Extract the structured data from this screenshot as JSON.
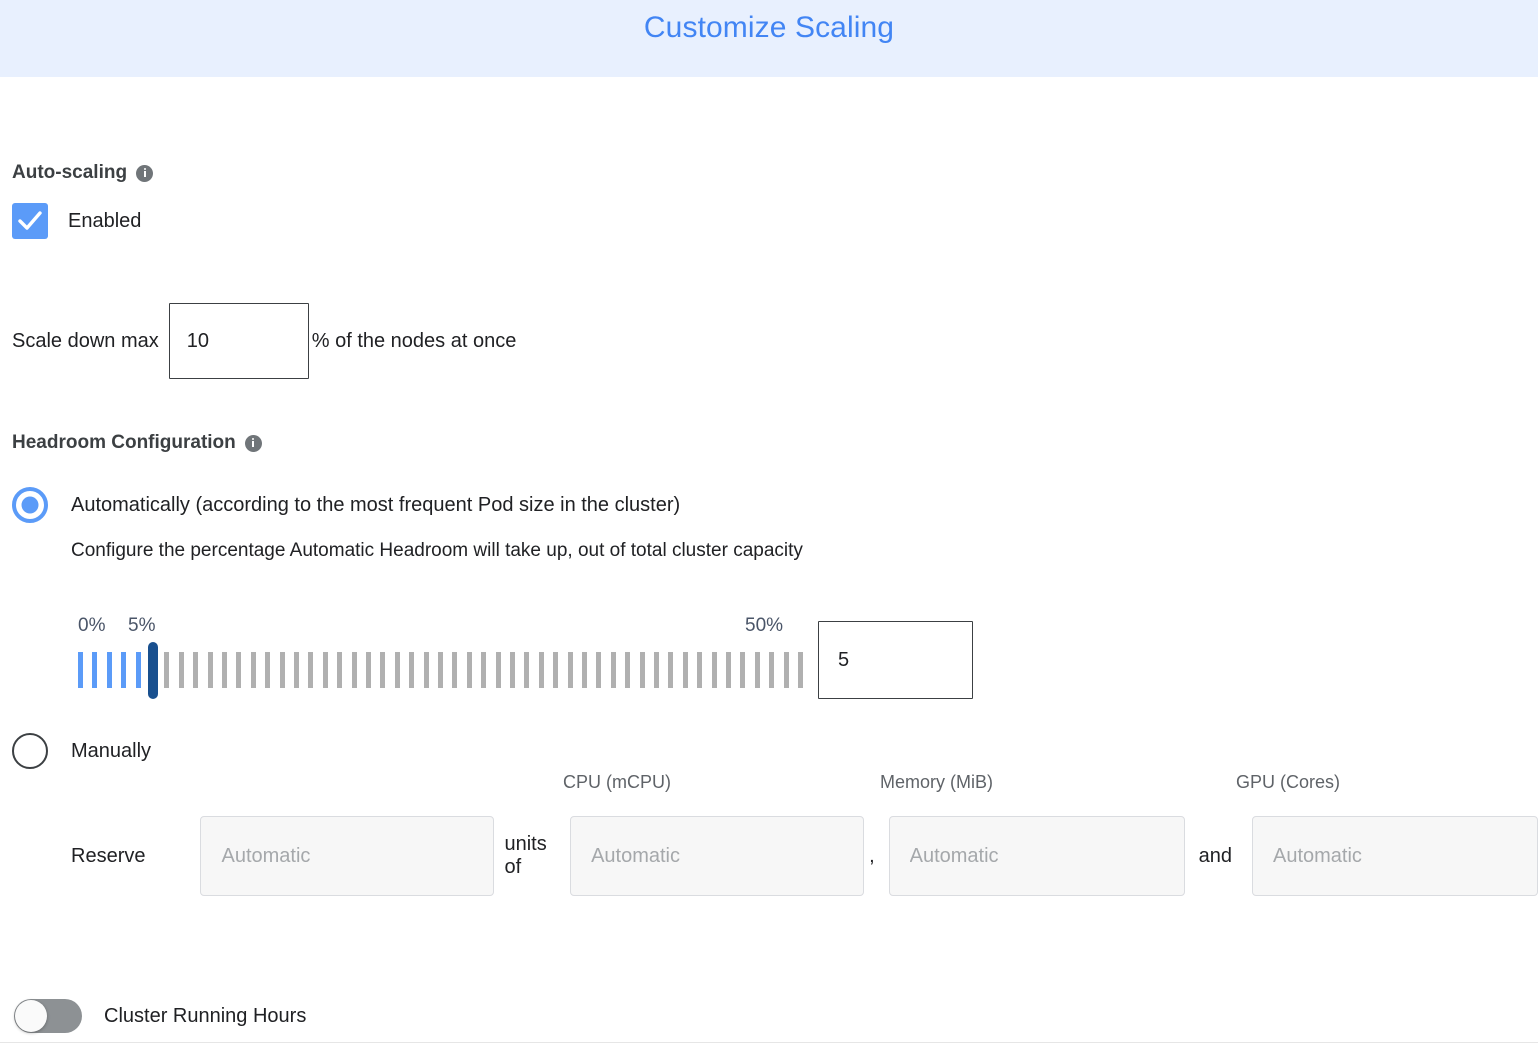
{
  "header": {
    "title": "Customize Scaling",
    "title_color": "#4285f4",
    "background_color": "#e8f0fe"
  },
  "autoscaling": {
    "section_label": "Auto-scaling",
    "info_icon": "info-icon",
    "checkbox_label": "Enabled",
    "checkbox_checked": true,
    "accent_color": "#5b9bf8"
  },
  "scale_down": {
    "prefix_label": "Scale down max",
    "value": "10",
    "suffix_label": "% of the nodes at once"
  },
  "headroom": {
    "section_label": "Headroom Configuration",
    "info_icon": "info-icon",
    "option_auto": {
      "label": "Automatically (according to the most frequent Pod size in the cluster)",
      "selected": true,
      "description": "Configure the percentage Automatic Headroom will take up, out of total cluster capacity"
    },
    "option_manual": {
      "label": "Manually",
      "selected": false
    },
    "slider": {
      "min_label": "0%",
      "current_label": "5%",
      "max_label": "50%",
      "min": 0,
      "max": 50,
      "value": 5,
      "value_text": "5",
      "tick_count": 51,
      "filled_color": "#5b9bf8",
      "empty_color": "#b0b0b0",
      "handle_color": "#19508f"
    },
    "manual_fields": {
      "reserve_word": "Reserve",
      "units_of_word": "units of",
      "comma": ",",
      "and_word": "and",
      "units_placeholder": "Automatic",
      "cpu_caption": "CPU (mCPU)",
      "cpu_placeholder": "Automatic",
      "memory_caption": "Memory (MiB)",
      "memory_placeholder": "Automatic",
      "gpu_caption": "GPU (Cores)",
      "gpu_placeholder": "Automatic"
    }
  },
  "cluster_running_hours": {
    "label": "Cluster Running Hours",
    "enabled": false
  }
}
